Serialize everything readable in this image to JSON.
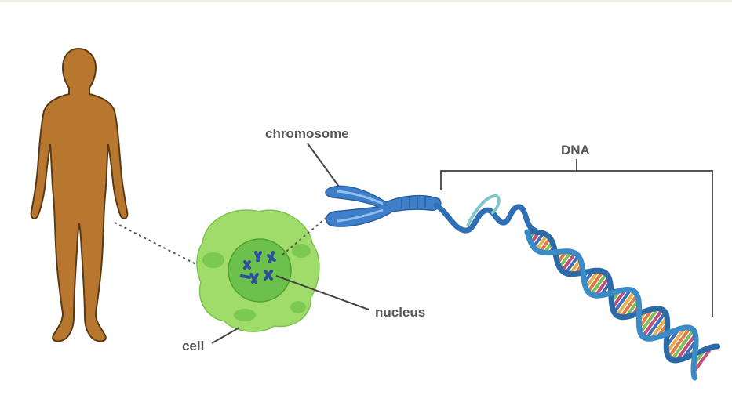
{
  "labels": {
    "chromosome": "chromosome",
    "dna": "DNA",
    "nucleus": "nucleus",
    "cell": "cell"
  },
  "colors": {
    "body": "#b8772f",
    "body_outline": "#5a3a16",
    "cell_outer": "#9fdc6a",
    "cell_inner": "#5fb93b",
    "nucleus": "#6cc14c",
    "chromosome": "#3f7ec9",
    "chromosome_light": "#8ec0ee",
    "dna_backbone": "#3a8cc8",
    "label_text": "#555555",
    "line": "#444444"
  },
  "base_pair_colors": [
    "#e07a46",
    "#7fbf5a",
    "#c04d7a",
    "#3f6fb8",
    "#e8b04a"
  ]
}
